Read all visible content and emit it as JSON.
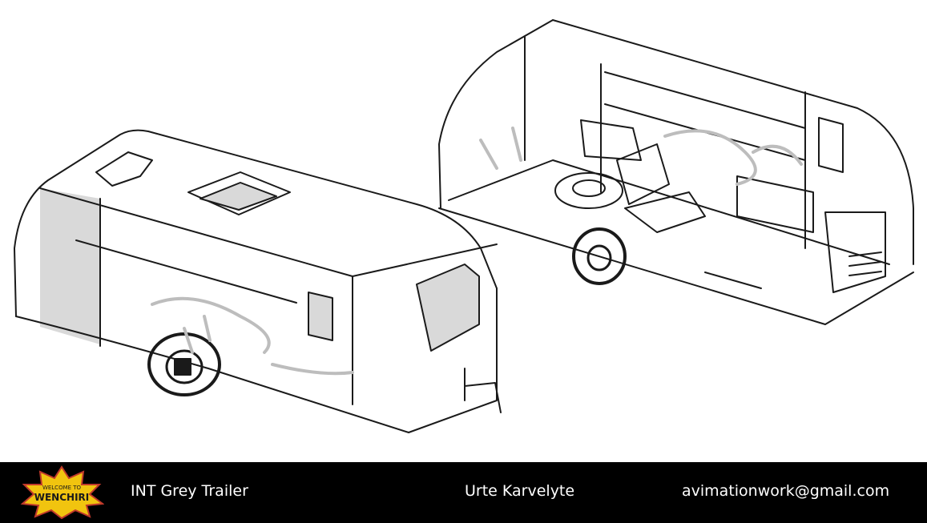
{
  "colors": {
    "background": "#ffffff",
    "ink": "#1a1a1a",
    "shade": "#d9d9d9",
    "pencil": "#bdbdbd",
    "footer_bg": "#000000",
    "footer_text": "#ffffff",
    "logo_fill": "#f1c40f",
    "logo_outline": "#c0392b"
  },
  "footer": {
    "title": "INT Grey Trailer",
    "author": "Urte Karvelyte",
    "email": "avimationwork@gmail.com"
  },
  "logo": {
    "line1": "WELCOME TO",
    "line2": "WENCHIRI"
  }
}
